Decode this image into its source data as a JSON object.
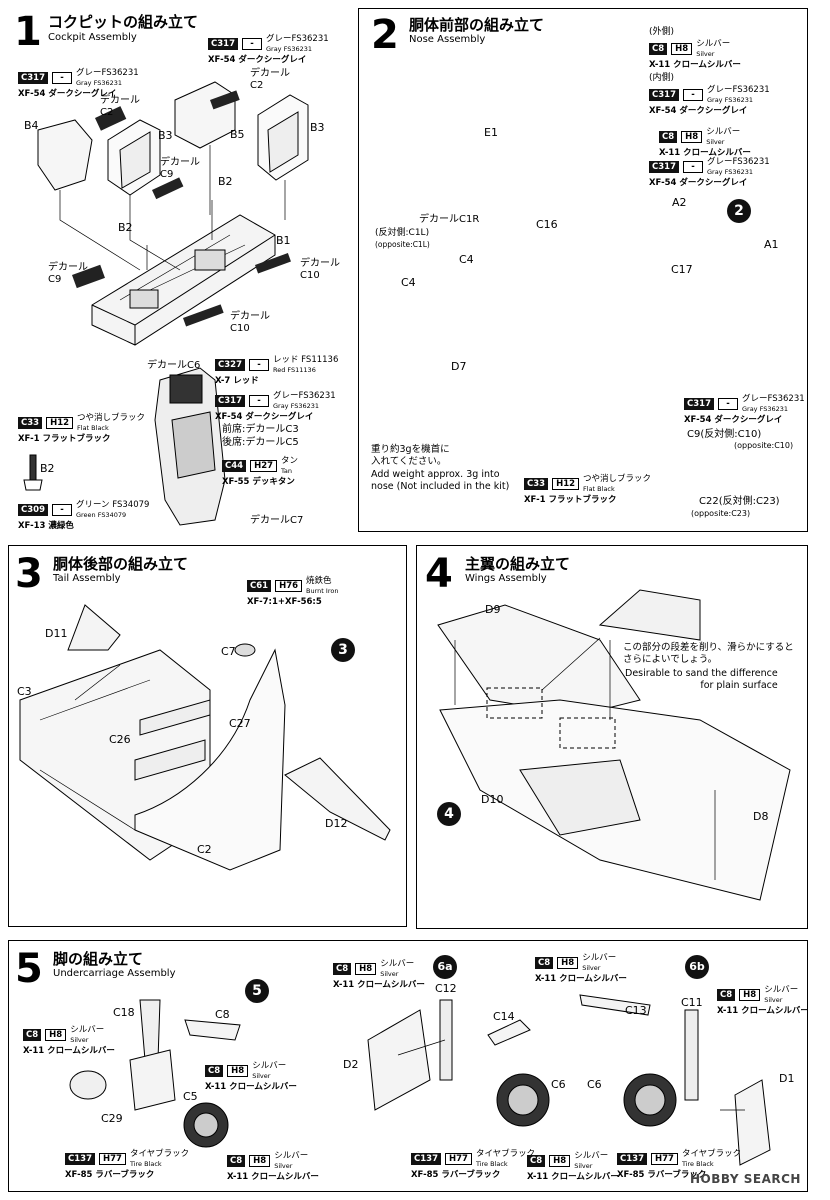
{
  "step1": {
    "number": "1",
    "title": "コクピットの組み立て",
    "subtitle": "Cockpit Assembly",
    "labels": {
      "b4": "B4",
      "b3a": "B3",
      "b3b": "B3",
      "b5": "B5",
      "b2a": "B2",
      "b2b": "B2",
      "b2c": "B2",
      "b1": "B1",
      "decal_c2a": "デカール\nC2",
      "decal_c2b": "デカール\nC2",
      "decal_c9a": "デカール\nC9",
      "decal_c9b": "デカール\nC9",
      "decal_c10a": "デカール\nC10",
      "decal_c10b": "デカール\nC10",
      "decal_c6": "デカールC6",
      "decal_c3": "前席:デカールC3",
      "decal_c5": "後席:デカールC5",
      "decal_c7": "デカールC7"
    },
    "paints": [
      {
        "code": "C317",
        "h": "-",
        "jp": "グレーFS36231",
        "en": "Gray FS36231",
        "xf": "XF-54 ダークシーグレイ"
      },
      {
        "code": "C317",
        "h": "-",
        "jp": "グレーFS36231",
        "en": "Gray FS36231",
        "xf": "XF-54 ダークシーグレイ"
      },
      {
        "code": "C327",
        "h": "-",
        "jp": "レッド FS11136",
        "en": "Red FS11136",
        "xf": "X-7 レッド"
      },
      {
        "code": "C317",
        "h": "-",
        "jp": "グレーFS36231",
        "en": "Gray FS36231",
        "xf": "XF-54 ダークシーグレイ"
      },
      {
        "code": "C33",
        "h": "H12",
        "jp": "つや消しブラック",
        "en": "Flat Black",
        "xf": "XF-1 フラットブラック"
      },
      {
        "code": "C44",
        "h": "H27",
        "jp": "タン",
        "en": "Tan",
        "xf": "XF-55 デッキタン"
      },
      {
        "code": "C309",
        "h": "-",
        "jp": "グリーン FS34079",
        "en": "Green FS34079",
        "xf": "XF-13 濃緑色"
      }
    ]
  },
  "step2": {
    "number": "2",
    "title": "胴体前部の組み立て",
    "subtitle": "Nose Assembly",
    "badge": "2",
    "outer": "(外側)",
    "inner": "(内側)",
    "labels": {
      "e1": "E1",
      "c16": "C16",
      "a2": "A2",
      "a1": "A1",
      "c17": "C17",
      "c4a": "C4",
      "c4b": "C4",
      "d7": "D7",
      "decal_c1r": "デカールC1R",
      "opp_c1l_jp": "(反対側:C1L)",
      "opp_c1l_en": "(opposite:C1L)",
      "c9": "C9(反対側:C10)",
      "c9_en": "(opposite:C10)",
      "c22": "C22(反対側:C23)",
      "c22_en": "(opposite:C23)"
    },
    "weight_note_jp": "重り約3gを機首に\n入れてください。",
    "weight_note_en": "Add weight approx. 3g into\nnose (Not included in the kit)",
    "paints": [
      {
        "code": "C8",
        "h": "H8",
        "jp": "シルバー",
        "en": "Silver",
        "xf": "X-11 クロームシルバー"
      },
      {
        "code": "C317",
        "h": "-",
        "jp": "グレーFS36231",
        "en": "Gray FS36231",
        "xf": "XF-54 ダークシーグレイ"
      },
      {
        "code": "C8",
        "h": "H8",
        "jp": "シルバー",
        "en": "Silver",
        "xf": "X-11 クロームシルバー"
      },
      {
        "code": "C317",
        "h": "-",
        "jp": "グレーFS36231",
        "en": "Gray FS36231",
        "xf": "XF-54 ダークシーグレイ"
      },
      {
        "code": "C317",
        "h": "-",
        "jp": "グレーFS36231",
        "en": "Gray FS36231",
        "xf": "XF-54 ダークシーグレイ"
      },
      {
        "code": "C33",
        "h": "H12",
        "jp": "つや消しブラック",
        "en": "Flat Black",
        "xf": "XF-1 フラットブラック"
      }
    ]
  },
  "step3": {
    "number": "3",
    "title": "胴体後部の組み立て",
    "subtitle": "Tail Assembly",
    "badge": "3",
    "labels": {
      "d11": "D11",
      "c3": "C3",
      "c7": "C7",
      "c26": "C26",
      "c27": "C27",
      "c2": "C2",
      "d12": "D12"
    },
    "paint": {
      "code": "C61",
      "h": "H76",
      "jp": "焼鉄色",
      "en": "Burnt Iron",
      "xf": "XF-7:1+XF-56:5"
    }
  },
  "step4": {
    "number": "4",
    "title": "主翼の組み立て",
    "subtitle": "Wings Assembly",
    "badge": "4",
    "labels": {
      "d9": "D9",
      "d10": "D10",
      "d8": "D8"
    },
    "note_jp": "この部分の段差を削り、滑らかにすると\nさらによいでしょう。",
    "note_en": "Desirable to sand the difference\nfor plain surface"
  },
  "step5": {
    "number": "5",
    "title": "脚の組み立て",
    "subtitle": "Undercarriage Assembly",
    "badge5": "5",
    "badge6a": "6a",
    "badge6b": "6b",
    "labels": {
      "c18": "C18",
      "c8": "C8",
      "c29": "C29",
      "c5": "C5",
      "d2": "D2",
      "c12": "C12",
      "c14": "C14",
      "c6a": "C6",
      "c6b": "C6",
      "c13": "C13",
      "c11": "C11",
      "d1": "D1"
    },
    "paints": [
      {
        "code": "C8",
        "h": "H8",
        "jp": "シルバー",
        "en": "Silver",
        "xf": "X-11 クロームシルバー"
      },
      {
        "code": "C8",
        "h": "H8",
        "jp": "シルバー",
        "en": "Silver",
        "xf": "X-11 クロームシルバー"
      },
      {
        "code": "C137",
        "h": "H77",
        "jp": "タイヤブラック",
        "en": "Tire Black",
        "xf": "XF-85 ラバーブラック"
      },
      {
        "code": "C8",
        "h": "H8",
        "jp": "シルバー",
        "en": "Silver",
        "xf": "X-11 クロームシルバー"
      },
      {
        "code": "C8",
        "h": "H8",
        "jp": "シルバー",
        "en": "Silver",
        "xf": "X-11 クロームシルバー"
      },
      {
        "code": "C137",
        "h": "H77",
        "jp": "タイヤブラック",
        "en": "Tire Black",
        "xf": "XF-85 ラバーブラック"
      },
      {
        "code": "C8",
        "h": "H8",
        "jp": "シルバー",
        "en": "Silver",
        "xf": "X-11 クロームシルバー"
      },
      {
        "code": "C8",
        "h": "H8",
        "jp": "シルバー",
        "en": "Silver",
        "xf": "X-11 クロームシルバー"
      },
      {
        "code": "C137",
        "h": "H77",
        "jp": "タイヤブラック",
        "en": "Tire Black",
        "xf": "XF-85 ラバーブラック"
      },
      {
        "code": "C8",
        "h": "H8",
        "jp": "シルバー",
        "en": "Silver",
        "xf": "X-11 クロームシルバー"
      }
    ]
  },
  "watermark": "HOBBY SEARCH"
}
